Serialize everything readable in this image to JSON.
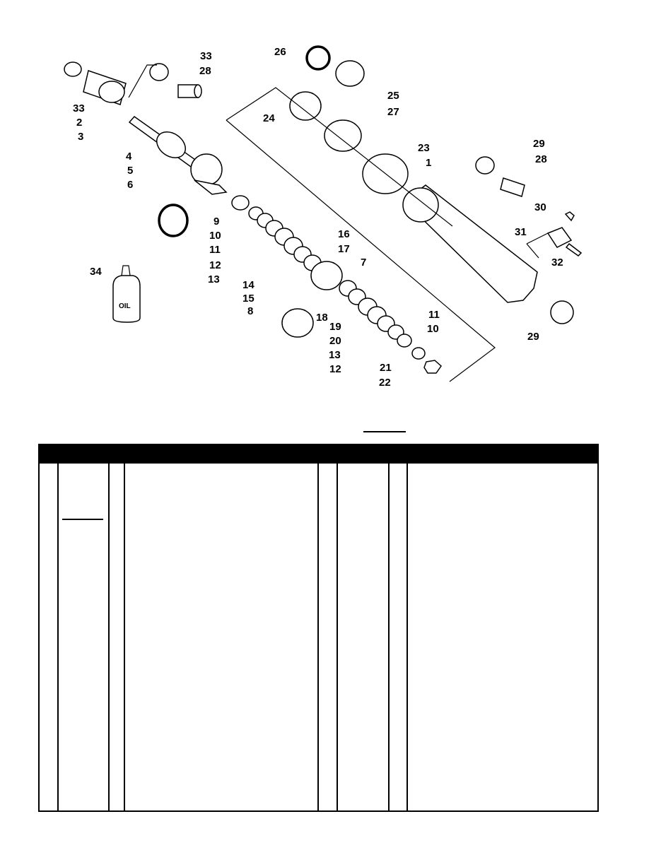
{
  "diagram": {
    "callouts": [
      "1",
      "2",
      "3",
      "4",
      "5",
      "6",
      "7",
      "8",
      "9",
      "10",
      "10",
      "11",
      "11",
      "12",
      "12",
      "13",
      "13",
      "14",
      "15",
      "16",
      "17",
      "18",
      "19",
      "20",
      "21",
      "22",
      "23",
      "24",
      "25",
      "26",
      "27",
      "28",
      "28",
      "29",
      "29",
      "30",
      "31",
      "32",
      "33",
      "33",
      "34"
    ],
    "oil_label": "OIL"
  },
  "table": {
    "columns": 8
  }
}
